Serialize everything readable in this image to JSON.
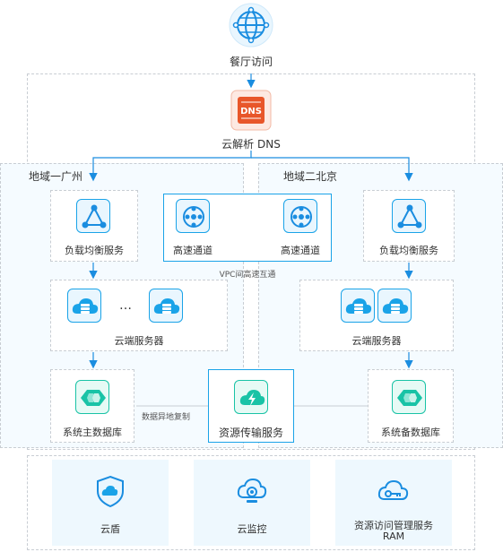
{
  "top": {
    "access_label": "餐厅访问",
    "dns_label": "云解析 DNS"
  },
  "regions": {
    "left": {
      "title": "地域一广州",
      "lb_label": "负载均衡服务",
      "ellipsis": "…",
      "servers_label": "云端服务器",
      "db_label": "系统主数据库"
    },
    "right": {
      "title": "地域二北京",
      "lb_label": "负载均衡服务",
      "servers_label": "云端服务器",
      "db_label": "系统备数据库"
    }
  },
  "vpc": {
    "left_channel_label": "高速通道",
    "right_channel_label": "高速通道",
    "caption": "VPC间高速互通"
  },
  "transfer": {
    "label": "资源传输服务",
    "replication_label": "数据异地复制"
  },
  "services": {
    "shield_label": "云盾",
    "monitor_label": "云监控",
    "ram_label_line1": "资源访问管理服务",
    "ram_label_line2": "RAM"
  },
  "colors": {
    "accent": "#1aa3e8",
    "dns_orange": "#e8562a",
    "db_green": "#19c3a6",
    "line": "#1a8de0"
  }
}
